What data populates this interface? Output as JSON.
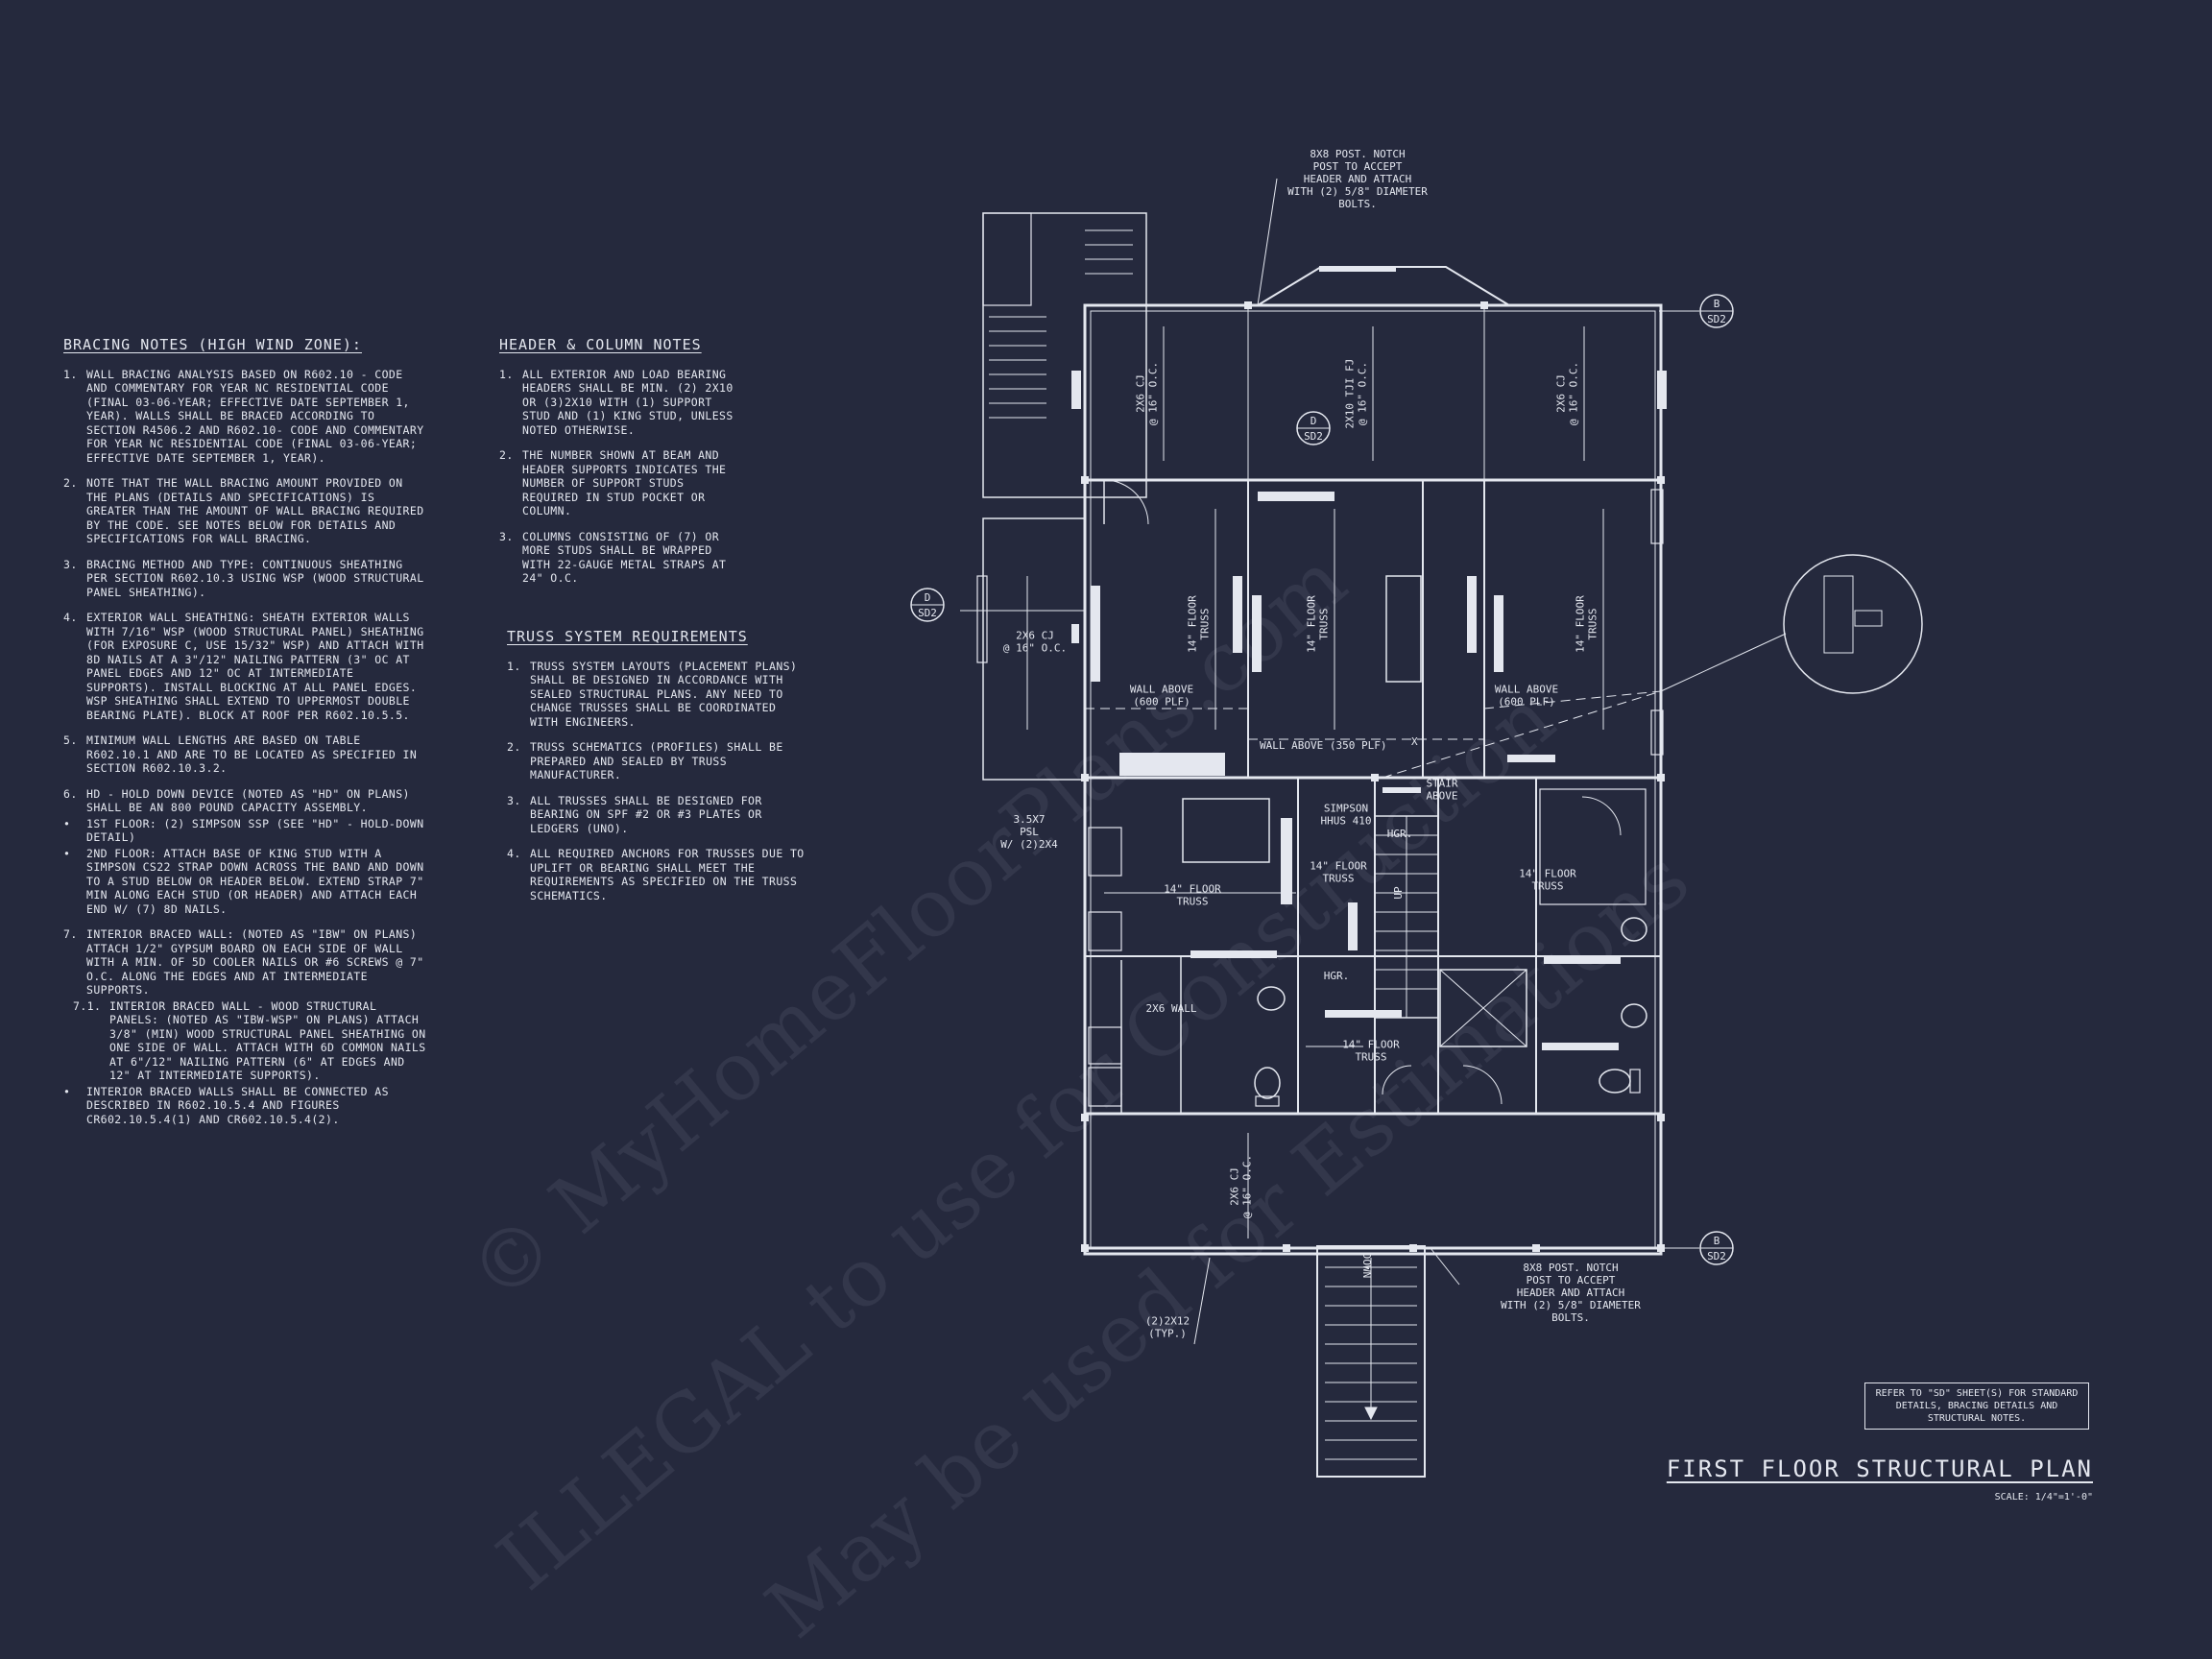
{
  "bracing_notes": {
    "title": "BRACING NOTES (HIGH WIND ZONE):",
    "items": [
      {
        "num": "1.",
        "text": "WALL BRACING ANALYSIS BASED ON R602.10 - CODE AND COMMENTARY FOR YEAR NC RESIDENTIAL CODE (FINAL 03-06-YEAR; EFFECTIVE DATE SEPTEMBER 1, YEAR). WALLS SHALL BE BRACED ACCORDING TO SECTION R4506.2 AND R602.10- CODE AND COMMENTARY FOR YEAR NC RESIDENTIAL CODE (FINAL 03-06-YEAR; EFFECTIVE DATE SEPTEMBER 1, YEAR)."
      },
      {
        "num": "2.",
        "text": "NOTE THAT THE WALL BRACING AMOUNT PROVIDED ON THE PLANS (DETAILS AND SPECIFICATIONS) IS GREATER THAN THE AMOUNT OF WALL BRACING REQUIRED BY THE CODE. SEE NOTES BELOW FOR DETAILS AND SPECIFICATIONS FOR WALL BRACING."
      },
      {
        "num": "3.",
        "text": "BRACING METHOD AND TYPE: CONTINUOUS SHEATHING PER SECTION R602.10.3 USING WSP (WOOD STRUCTURAL PANEL SHEATHING)."
      },
      {
        "num": "4.",
        "text": "EXTERIOR WALL SHEATHING: SHEATH EXTERIOR WALLS WITH 7/16\" WSP (WOOD STRUCTURAL PANEL) SHEATHING (FOR EXPOSURE C, USE 15/32\" WSP) AND ATTACH WITH 8d NAILS AT A 3\"/12\" NAILING PATTERN (3\" OC AT PANEL EDGES AND 12\" OC AT INTERMEDIATE SUPPORTS). INSTALL BLOCKING AT ALL PANEL EDGES. WSP SHEATHING SHALL EXTEND TO UPPERMOST DOUBLE BEARING PLATE). BLOCK AT ROOF PER R602.10.5.5."
      },
      {
        "num": "5.",
        "text": "MINIMUM WALL LENGTHS ARE BASED ON TABLE R602.10.1 AND ARE TO BE LOCATED AS SPECIFIED IN SECTION R602.10.3.2."
      },
      {
        "num": "6.",
        "text": "HD - HOLD DOWN DEVICE (NOTED AS \"HD\" ON PLANS) SHALL BE AN 800 POUND CAPACITY ASSEMBLY."
      },
      {
        "num": "•",
        "text": "1ST FLOOR: (2) SIMPSON SSP (SEE \"HD\" - HOLD-DOWN DETAIL)",
        "bullet": true
      },
      {
        "num": "•",
        "text": "2ND FLOOR: ATTACH BASE OF KING STUD WITH A SIMPSON CS22 STRAP DOWN ACROSS THE BAND AND DOWN TO A STUD BELOW OR HEADER BELOW. EXTEND STRAP 7\" MIN ALONG EACH STUD (OR HEADER) AND ATTACH EACH END W/ (7) 8d NAILS.",
        "bullet": true
      },
      {
        "num": "7.",
        "text": "INTERIOR BRACED WALL: (NOTED AS \"IBW\" ON PLANS) ATTACH 1/2\" GYPSUM BOARD ON EACH SIDE OF WALL WITH A MIN. OF 5d COOLER NAILS OR #6 SCREWS @ 7\" O.C. ALONG THE EDGES AND AT INTERMEDIATE SUPPORTS."
      },
      {
        "num": "7.1.",
        "text": "INTERIOR BRACED WALL - WOOD STRUCTURAL PANELS: (NOTED AS \"IBW-WSP\" ON PLANS) ATTACH 3/8\" (MIN) WOOD STRUCTURAL PANEL SHEATHING ON ONE SIDE OF WALL. ATTACH WITH 6d COMMON NAILS AT 6\"/12\" NAILING PATTERN (6\" AT EDGES AND 12\" AT INTERMEDIATE SUPPORTS).",
        "sub": true
      },
      {
        "num": "•",
        "text": "INTERIOR BRACED WALLS SHALL BE CONNECTED AS DESCRIBED IN R602.10.5.4 AND FIGURES CR602.10.5.4(1) AND CR602.10.5.4(2).",
        "bullet": true
      }
    ]
  },
  "header_notes": {
    "title": "HEADER & COLUMN NOTES",
    "items": [
      {
        "num": "1.",
        "text": "ALL EXTERIOR AND LOAD BEARING HEADERS SHALL BE MIN. (2) 2x10 OR (3)2x10 WITH (1) SUPPORT STUD AND (1) KING STUD, UNLESS NOTED OTHERWISE."
      },
      {
        "num": "2.",
        "text": "THE NUMBER SHOWN AT BEAM AND HEADER SUPPORTS INDICATES THE NUMBER OF SUPPORT STUDS REQUIRED IN STUD POCKET OR COLUMN."
      },
      {
        "num": "3.",
        "text": "COLUMNS CONSISTING OF (7) OR MORE STUDS SHALL BE WRAPPED WITH 22-GAUGE METAL STRAPS AT 24\" O.C."
      }
    ]
  },
  "truss_notes": {
    "title": "TRUSS SYSTEM REQUIREMENTS",
    "items": [
      {
        "num": "1.",
        "text": "TRUSS SYSTEM LAYOUTS (PLACEMENT PLANS) SHALL BE DESIGNED IN ACCORDANCE WITH SEALED STRUCTURAL PLANS. ANY NEED TO CHANGE TRUSSES SHALL BE COORDINATED WITH ENGINEERS."
      },
      {
        "num": "2.",
        "text": "TRUSS SCHEMATICS (PROFILES) SHALL BE PREPARED AND SEALED BY TRUSS MANUFACTURER."
      },
      {
        "num": "3.",
        "text": "ALL TRUSSES SHALL BE DESIGNED FOR BEARING ON SPF #2 OR #3 PLATES OR LEDGERS (UNO)."
      },
      {
        "num": "4.",
        "text": "ALL REQUIRED ANCHORS FOR TRUSSES DUE TO UPLIFT OR BEARING SHALL MEET THE REQUIREMENTS AS SPECIFIED ON THE TRUSS SCHEMATICS."
      }
    ]
  },
  "plan_labels": {
    "post_note_top": [
      "8x8 POST. NOTCH",
      "POST TO ACCEPT",
      "HEADER AND ATTACH",
      "WITH (2) 5/8\" DIAMETER",
      "BOLTS."
    ],
    "post_note_bottom": [
      "8x8 POST. NOTCH",
      "POST TO ACCEPT",
      "HEADER AND ATTACH",
      "WITH (2) 5/8\" DIAMETER",
      "BOLTS."
    ],
    "cj_left": [
      "2x6 CJ",
      "@ 16\" O.C."
    ],
    "tji_center": [
      "2x10 TJI FJ",
      "@ 16\" O.C."
    ],
    "cj_right": [
      "2x6 CJ",
      "@ 16\" O.C."
    ],
    "cj_porch_left": [
      "2x6 CJ",
      "@ 16\" O.C."
    ],
    "cj_bottom": [
      "2x6 CJ",
      "@ 16\" O.C."
    ],
    "truss_left": [
      "14\" FLOOR",
      "TRUSS"
    ],
    "truss_center": [
      "14\" FLOOR",
      "TRUSS"
    ],
    "truss_right": [
      "14\" FLOOR",
      "TRUSS"
    ],
    "wall_above_left": [
      "WALL ABOVE",
      "(600 PLF)"
    ],
    "wall_above_center": "WALL ABOVE (350 PLF)",
    "wall_above_right": [
      "WALL ABOVE",
      "(600 PLF)"
    ],
    "truss_kitchen": [
      "14\" FLOOR",
      "TRUSS"
    ],
    "truss_stair": [
      "14\" FLOOR",
      "TRUSS"
    ],
    "truss_bath": [
      "14\" FLOOR",
      "TRUSS"
    ],
    "truss_lower": [
      "14\" FLOOR",
      "TRUSS"
    ],
    "psl": [
      "3.5x7",
      "PSL",
      "W/ (2)2x4"
    ],
    "simpson": [
      "SIMPSON",
      "HHUS 410"
    ],
    "hgr1": "HGR.",
    "hgr2": "HGR.",
    "stair_above": [
      "STAIR",
      "ABOVE"
    ],
    "up": "UP",
    "wall_2x6": "2x6 WALL",
    "down": "DOWN",
    "typ": [
      "(2)2x12",
      "(TYP.)"
    ],
    "x_mark": "X",
    "tag_b_top": [
      "B",
      "SD2"
    ],
    "tag_d_center": [
      "D",
      "SD2"
    ],
    "tag_d_left": [
      "D",
      "SD2"
    ],
    "tag_b_bottom": [
      "B",
      "SD2"
    ]
  },
  "refer_note": "REFER TO \"SD\" SHEET(S) FOR STANDARD DETAILS, BRACING DETAILS AND STRUCTURAL NOTES.",
  "plan_title": "FIRST FLOOR STRUCTURAL PLAN",
  "plan_scale": "SCALE: 1/4\"=1'-0\"",
  "watermark": {
    "line1": "© MyHomeFloorPlans.com",
    "line2": "ILLEGAL to use for Construction",
    "line3": "May be used for Estimations"
  },
  "colors": {
    "background": "#25293d",
    "linework": "#e4e7ef"
  }
}
